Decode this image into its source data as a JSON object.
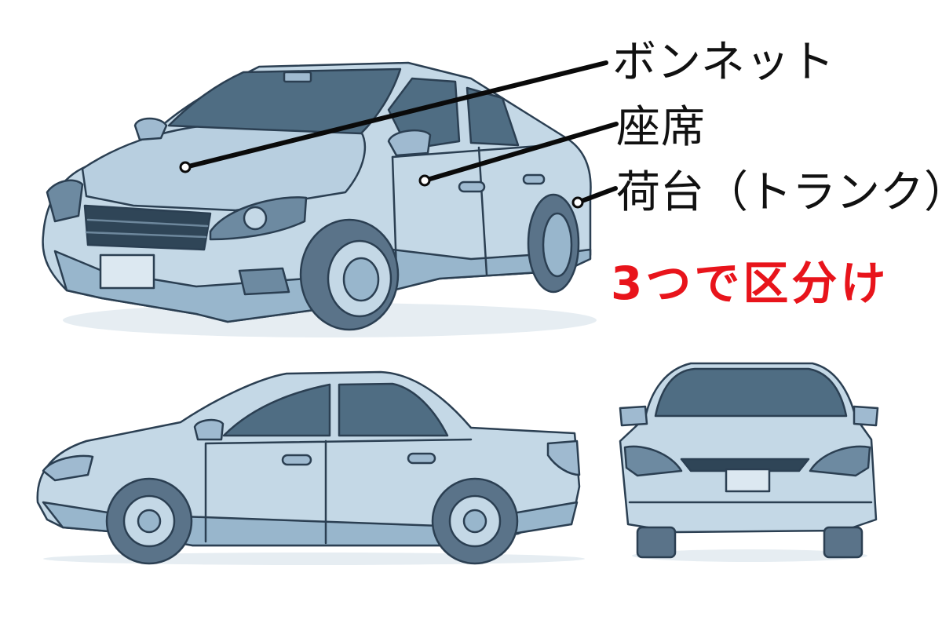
{
  "labels": {
    "hood": "ボンネット",
    "seat": "座席",
    "trunk": "荷台（トランク）"
  },
  "caption": "3つで区分け",
  "colors": {
    "body": "#c4d8e6",
    "body_shade": "#98b6cc",
    "window": "#4f6d83",
    "outline": "#2b3f52",
    "tire": "#5a7389",
    "caption": "#e8141b",
    "label": "#111111"
  }
}
